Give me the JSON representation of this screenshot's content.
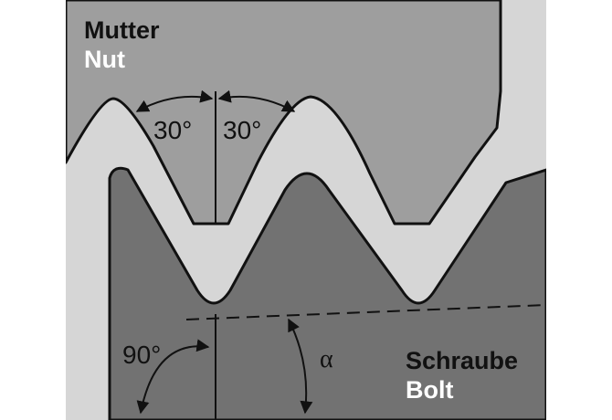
{
  "labels": {
    "nut_de": "Mutter",
    "nut_en": "Nut",
    "bolt_de": "Schraube",
    "bolt_en": "Bolt",
    "flank_angle_left": "30°",
    "flank_angle_right": "30°",
    "right_angle": "90°",
    "helix_angle": "α"
  },
  "colors": {
    "background": "#ffffff",
    "nut": "#9e9e9e",
    "gap": "#d6d6d6",
    "bolt": "#727272",
    "outline": "#111111",
    "white_text": "#ffffff",
    "dark_text": "#111111"
  }
}
